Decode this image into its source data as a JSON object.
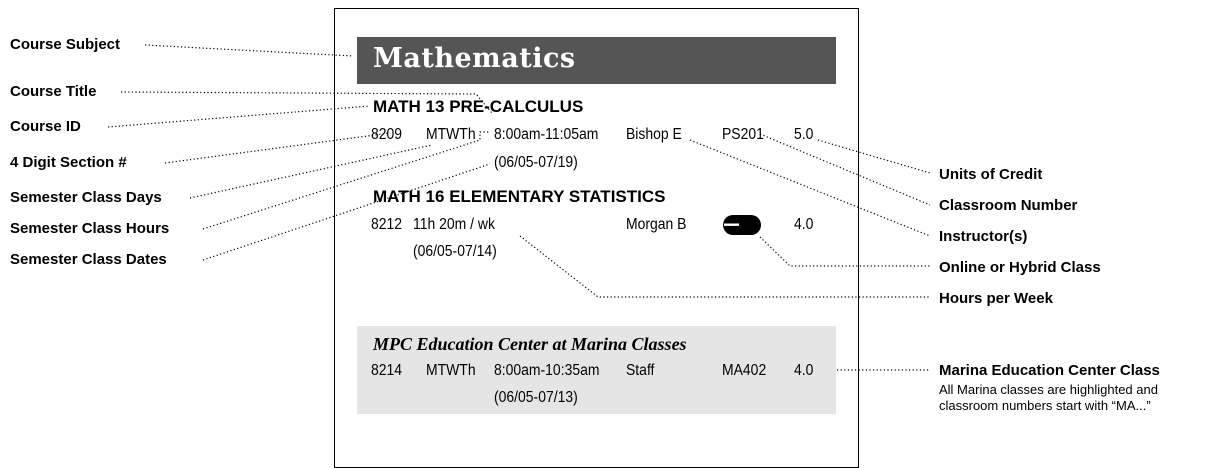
{
  "labels": {
    "course_subject": "Course Subject",
    "course_title": "Course Title",
    "course_id": "Course ID",
    "section_number": "4 Digit Section #",
    "class_days": "Semester Class Days",
    "class_hours": "Semester Class Hours",
    "class_dates": "Semester Class Dates",
    "units": "Units of Credit",
    "classroom": "Classroom Number",
    "instructors": "Instructor(s)",
    "online_hybrid": "Online or Hybrid Class",
    "hours_per_week": "Hours per Week",
    "marina_class": "Marina Education Center Class",
    "marina_note": "All Marina classes are highlighted and classroom numbers start with “MA...”"
  },
  "schedule": {
    "subject": "Mathematics",
    "courses": [
      {
        "heading": "MATH 13  PRE-CALCULUS",
        "section": "8209",
        "days": "MTWTh",
        "hours": "8:00am-11:05am",
        "instructor": "Bishop E",
        "room": "PS201",
        "units": "5.0",
        "dates": "(06/05-07/19)"
      },
      {
        "heading": "MATH 16  ELEMENTARY STATISTICS",
        "section": "8212",
        "hours": "11h 20m / wk",
        "instructor": "Morgan B",
        "icon": "computer-mouse-icon",
        "units": "4.0",
        "dates": "(06/05-07/14)"
      }
    ],
    "marina": {
      "header": "MPC Education Center at Marina Classes",
      "section": "8214",
      "days": "MTWTh",
      "hours": "8:00am-10:35am",
      "instructor": "Staff",
      "room": "MA402",
      "units": "4.0",
      "dates": "(06/05-07/13)",
      "highlight_color": "#e5e5e5"
    }
  }
}
